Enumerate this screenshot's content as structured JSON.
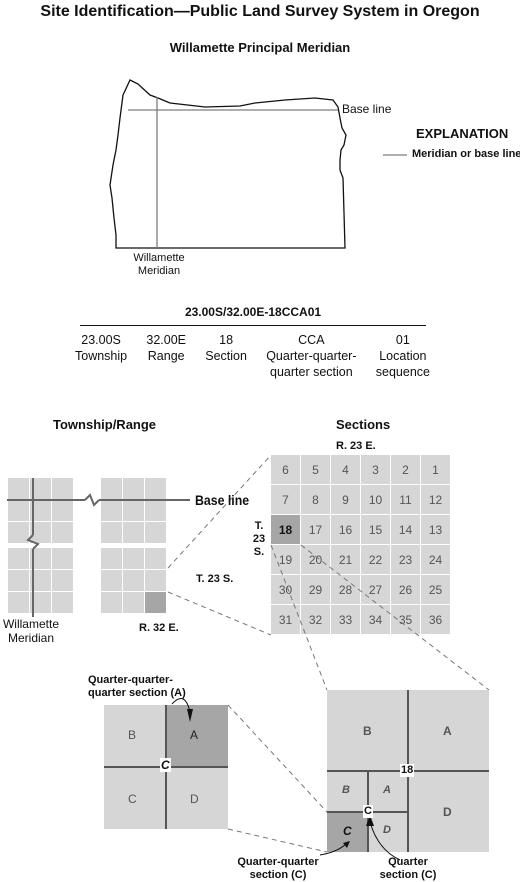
{
  "title": "Site Identification—Public Land Survey System in Oregon",
  "map": {
    "heading": "Willamette Principal Meridian",
    "base_line_label": "Base line",
    "meridian_label_1": "Willamette",
    "meridian_label_2": "Meridian"
  },
  "explanation": {
    "heading": "EXPLANATION",
    "item": "Meridian or base line"
  },
  "site_id": {
    "code": "23.00S/32.00E-18CCA01",
    "columns": [
      {
        "value": "23.00S",
        "label_1": "Township",
        "label_2": ""
      },
      {
        "value": "32.00E",
        "label_1": "Range",
        "label_2": ""
      },
      {
        "value": "18",
        "label_1": "Section",
        "label_2": ""
      },
      {
        "value": "CCA",
        "label_1": "Quarter-quarter-",
        "label_2": "quarter section"
      },
      {
        "value": "01",
        "label_1": "Location",
        "label_2": "sequence"
      }
    ]
  },
  "township_range": {
    "heading": "Township/Range",
    "base_line_label": "Base line",
    "township_label": "T. 23 S.",
    "range_label": "R. 32 E.",
    "meridian_label_1": "Willamette",
    "meridian_label_2": "Meridian"
  },
  "sections": {
    "heading": "Sections",
    "range_label": "R. 23 E.",
    "township_label_1": "T.",
    "township_label_2": "23",
    "township_label_3": "S.",
    "highlighted": "18",
    "numbers": [
      [
        "6",
        "5",
        "4",
        "3",
        "2",
        "1"
      ],
      [
        "7",
        "8",
        "9",
        "10",
        "11",
        "12"
      ],
      [
        "18",
        "17",
        "16",
        "15",
        "14",
        "13"
      ],
      [
        "19",
        "20",
        "21",
        "22",
        "23",
        "24"
      ],
      [
        "30",
        "29",
        "28",
        "27",
        "26",
        "25"
      ],
      [
        "31",
        "32",
        "33",
        "34",
        "35",
        "36"
      ]
    ]
  },
  "qqq": {
    "label_1": "Quarter-quarter-",
    "label_2": "quarter section (A)",
    "B": "B",
    "A": "A",
    "C": "C",
    "D": "D",
    "center": "C"
  },
  "section_detail": {
    "B": "B",
    "A": "A",
    "D": "D",
    "center": "18",
    "small_B": "B",
    "small_A": "A",
    "small_C": "C",
    "small_D": "D",
    "small_center": "C"
  },
  "bottom_labels": {
    "qq_1": "Quarter-quarter",
    "qq_2": "section (C)",
    "q_1": "Quarter",
    "q_2": "section (C)"
  },
  "colors": {
    "cell": "#d6d6d6",
    "highlight": "#a6a6a6",
    "line": "#7d7d7d",
    "dark_line": "#555555"
  }
}
